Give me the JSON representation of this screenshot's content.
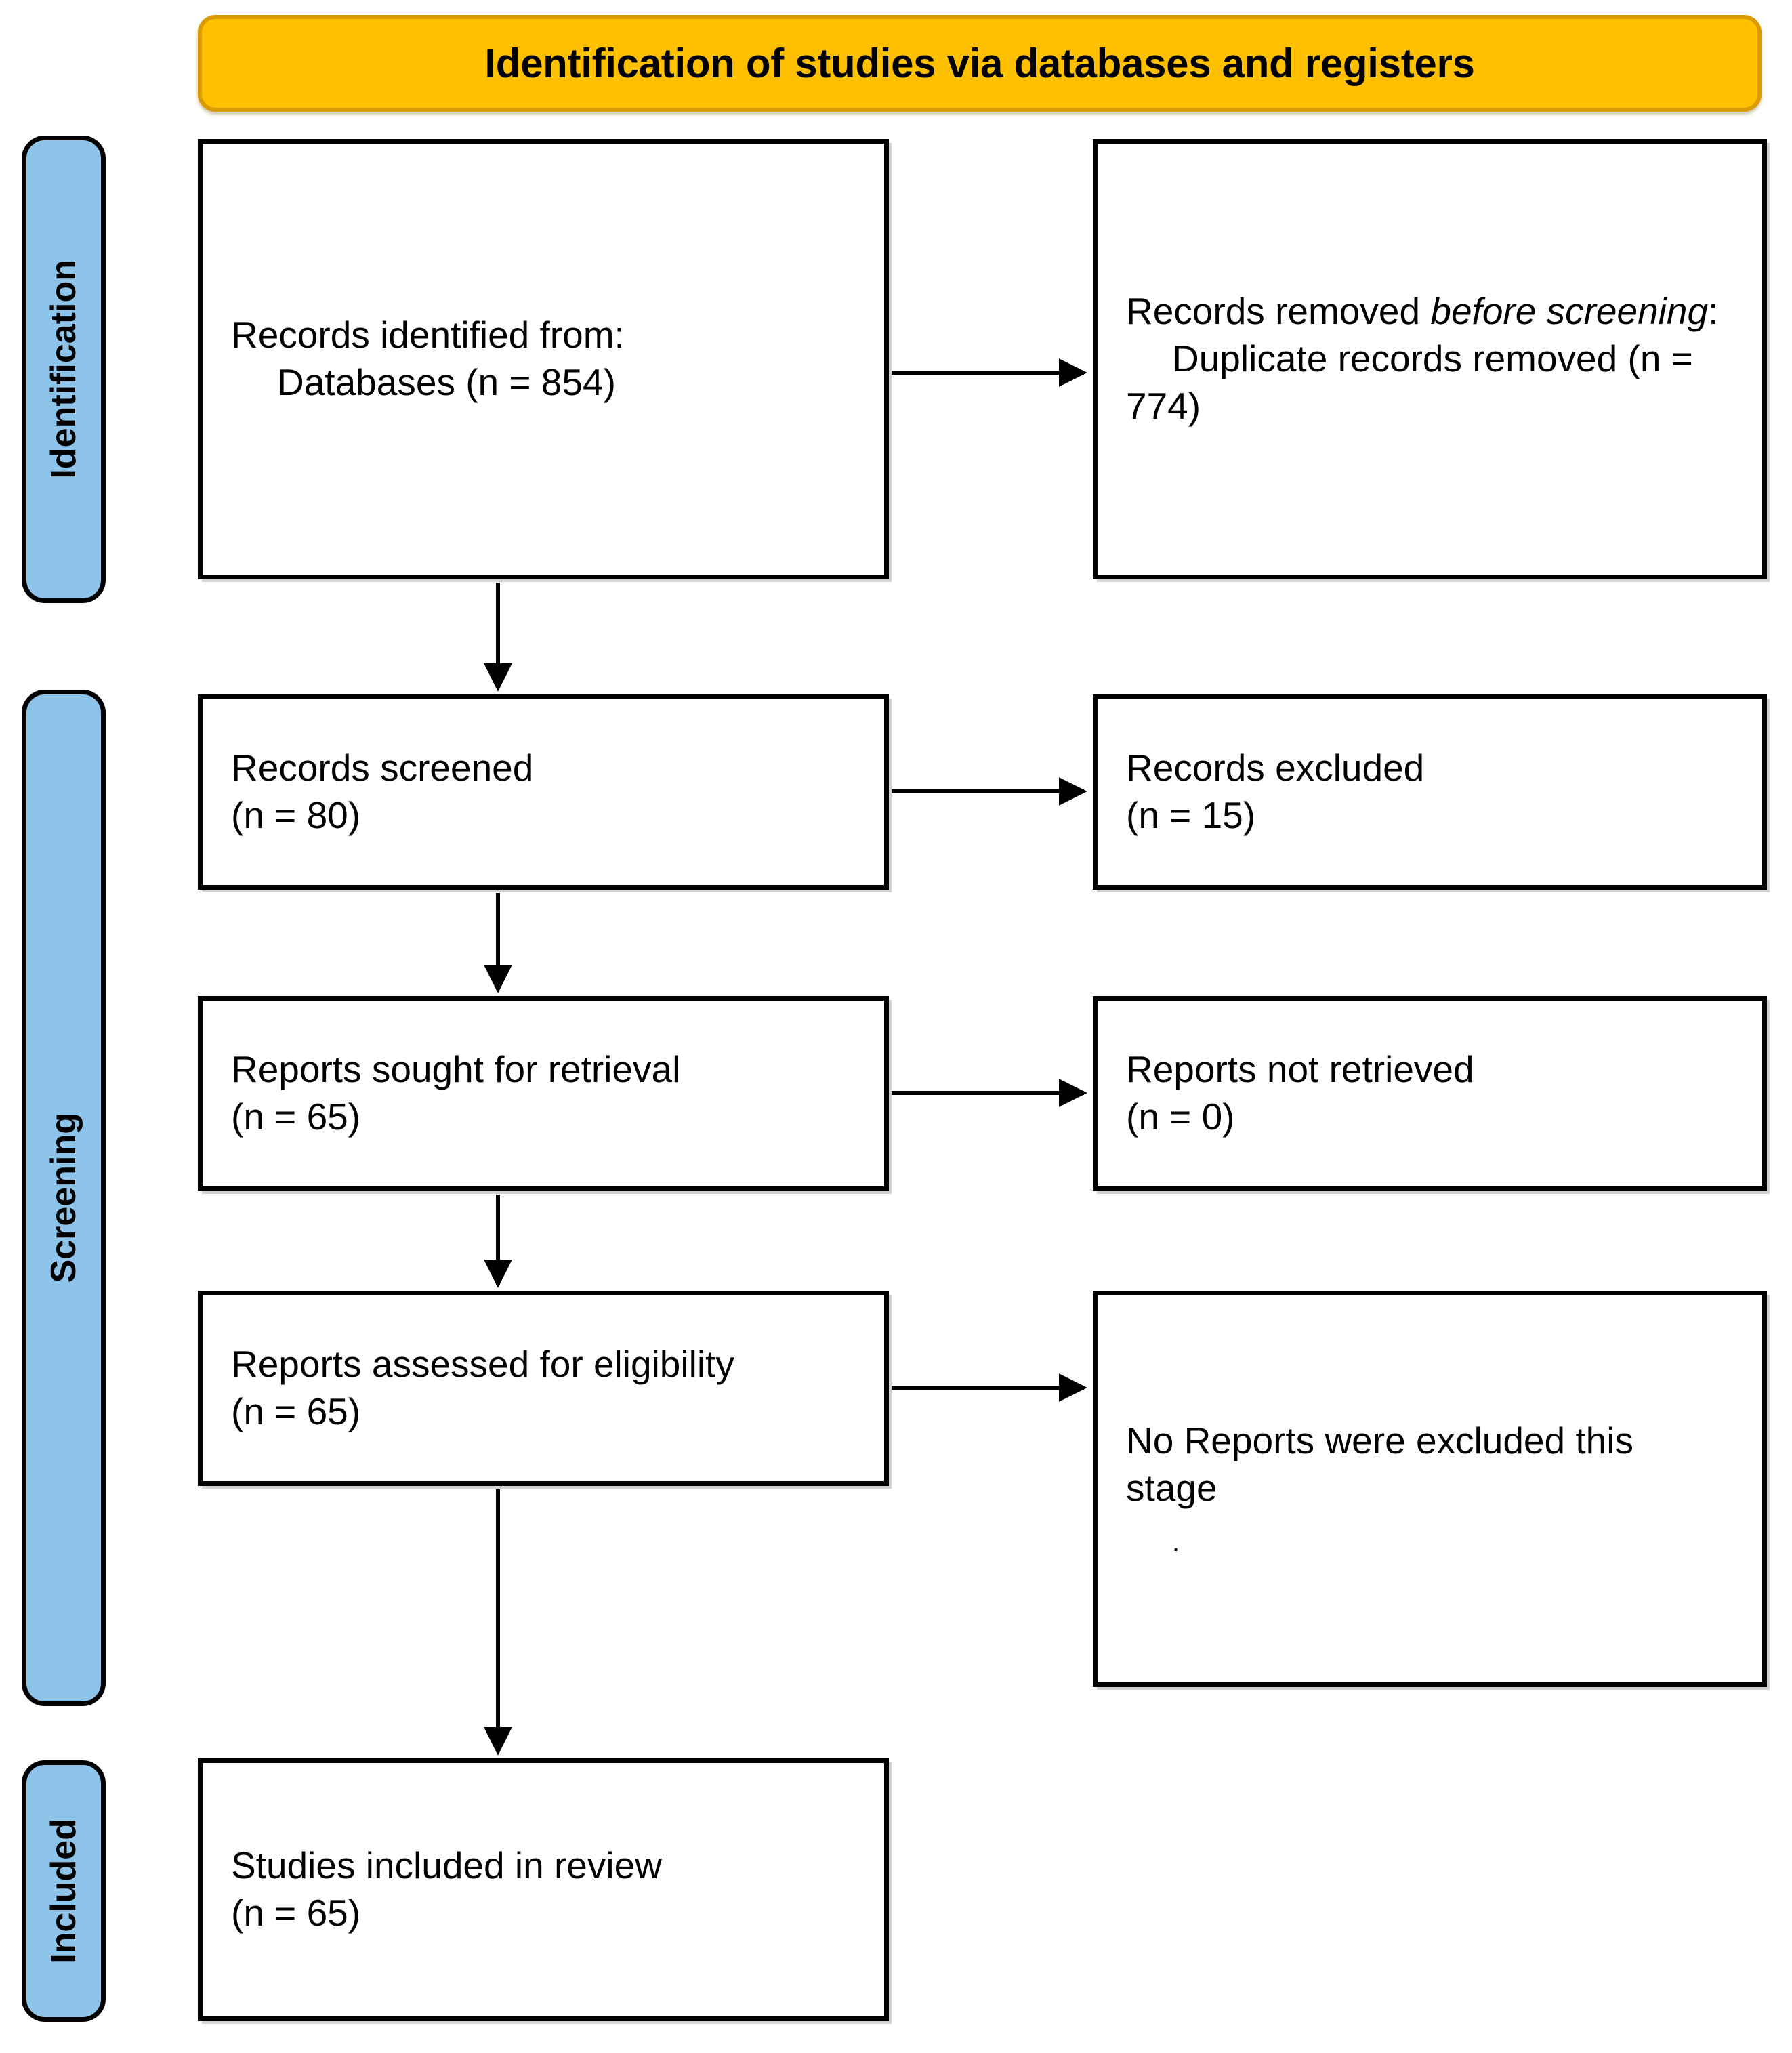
{
  "header": {
    "title": "Identification of studies via databases and registers",
    "banner_color": "#FFC000",
    "banner_border_color": "#D99B00"
  },
  "stages": {
    "sidebar_color": "#8FC4EA",
    "items": [
      {
        "id": "identification",
        "label": "Identification"
      },
      {
        "id": "screening",
        "label": "Screening"
      },
      {
        "id": "included",
        "label": "Included"
      }
    ]
  },
  "boxes": {
    "identified": {
      "line1": "Records identified from:",
      "line2": "Databases (n = 854)",
      "count": 854
    },
    "removed": {
      "line1_plain": "Records removed ",
      "line1_italic": "before screening",
      "line1_suffix": ":",
      "line2": "Duplicate records removed (n = 774)",
      "count": 774
    },
    "screened": {
      "line1": "Records screened",
      "line2": "(n = 80)",
      "count": 80
    },
    "excluded": {
      "line1": "Records excluded",
      "line2": "(n = 15)",
      "count": 15
    },
    "sought": {
      "line1": "Reports sought for retrieval",
      "line2": "(n = 65)",
      "count": 65
    },
    "not_retrieved": {
      "line1": "Reports not retrieved",
      "line2": "(n = 0)",
      "count": 0
    },
    "assessed": {
      "line1": "Reports assessed for eligibility",
      "line2": "(n = 65)",
      "count": 65
    },
    "no_excluded": {
      "line1": "No Reports were excluded this",
      "line2": "stage",
      "line3": "."
    },
    "included": {
      "line1": "Studies included in review",
      "line2": "(n = 65)",
      "count": 65
    }
  },
  "chart_data": {
    "type": "diagram",
    "title": "Identification of studies via databases and registers",
    "nodes": [
      {
        "id": "identified",
        "stage": "Identification",
        "column": "left",
        "label": "Records identified from: Databases (n = 854)",
        "n": 854
      },
      {
        "id": "removed",
        "stage": "Identification",
        "column": "right",
        "label": "Records removed before screening: Duplicate records removed (n = 774)",
        "n": 774
      },
      {
        "id": "screened",
        "stage": "Screening",
        "column": "left",
        "label": "Records screened (n = 80)",
        "n": 80
      },
      {
        "id": "excluded",
        "stage": "Screening",
        "column": "right",
        "label": "Records excluded (n = 15)",
        "n": 15
      },
      {
        "id": "sought",
        "stage": "Screening",
        "column": "left",
        "label": "Reports sought for retrieval (n = 65)",
        "n": 65
      },
      {
        "id": "not_retrieved",
        "stage": "Screening",
        "column": "right",
        "label": "Reports not retrieved (n = 0)",
        "n": 0
      },
      {
        "id": "assessed",
        "stage": "Screening",
        "column": "left",
        "label": "Reports assessed for eligibility (n = 65)",
        "n": 65
      },
      {
        "id": "no_excluded",
        "stage": "Screening",
        "column": "right",
        "label": "No Reports were excluded this stage",
        "n": null
      },
      {
        "id": "included",
        "stage": "Included",
        "column": "left",
        "label": "Studies included in review (n = 65)",
        "n": 65
      }
    ],
    "edges": [
      {
        "from": "identified",
        "to": "removed",
        "direction": "right"
      },
      {
        "from": "identified",
        "to": "screened",
        "direction": "down"
      },
      {
        "from": "screened",
        "to": "excluded",
        "direction": "right"
      },
      {
        "from": "screened",
        "to": "sought",
        "direction": "down"
      },
      {
        "from": "sought",
        "to": "not_retrieved",
        "direction": "right"
      },
      {
        "from": "sought",
        "to": "assessed",
        "direction": "down"
      },
      {
        "from": "assessed",
        "to": "no_excluded",
        "direction": "right"
      },
      {
        "from": "assessed",
        "to": "included",
        "direction": "down"
      }
    ]
  }
}
